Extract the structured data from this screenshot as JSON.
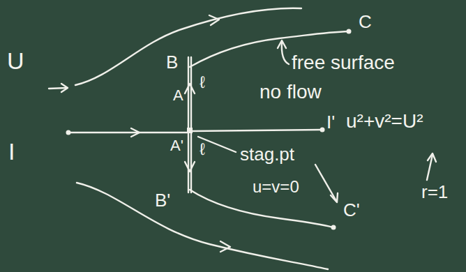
{
  "diagram": {
    "labels": [
      "U",
      "I",
      "B",
      "A",
      "ℓ",
      "A'",
      "ℓ",
      "stag.pt",
      "u=v=0",
      "B'",
      "C",
      "free surface",
      "no flow",
      "I'",
      "u²+v²=U²",
      "r=1",
      "C'"
    ]
  }
}
